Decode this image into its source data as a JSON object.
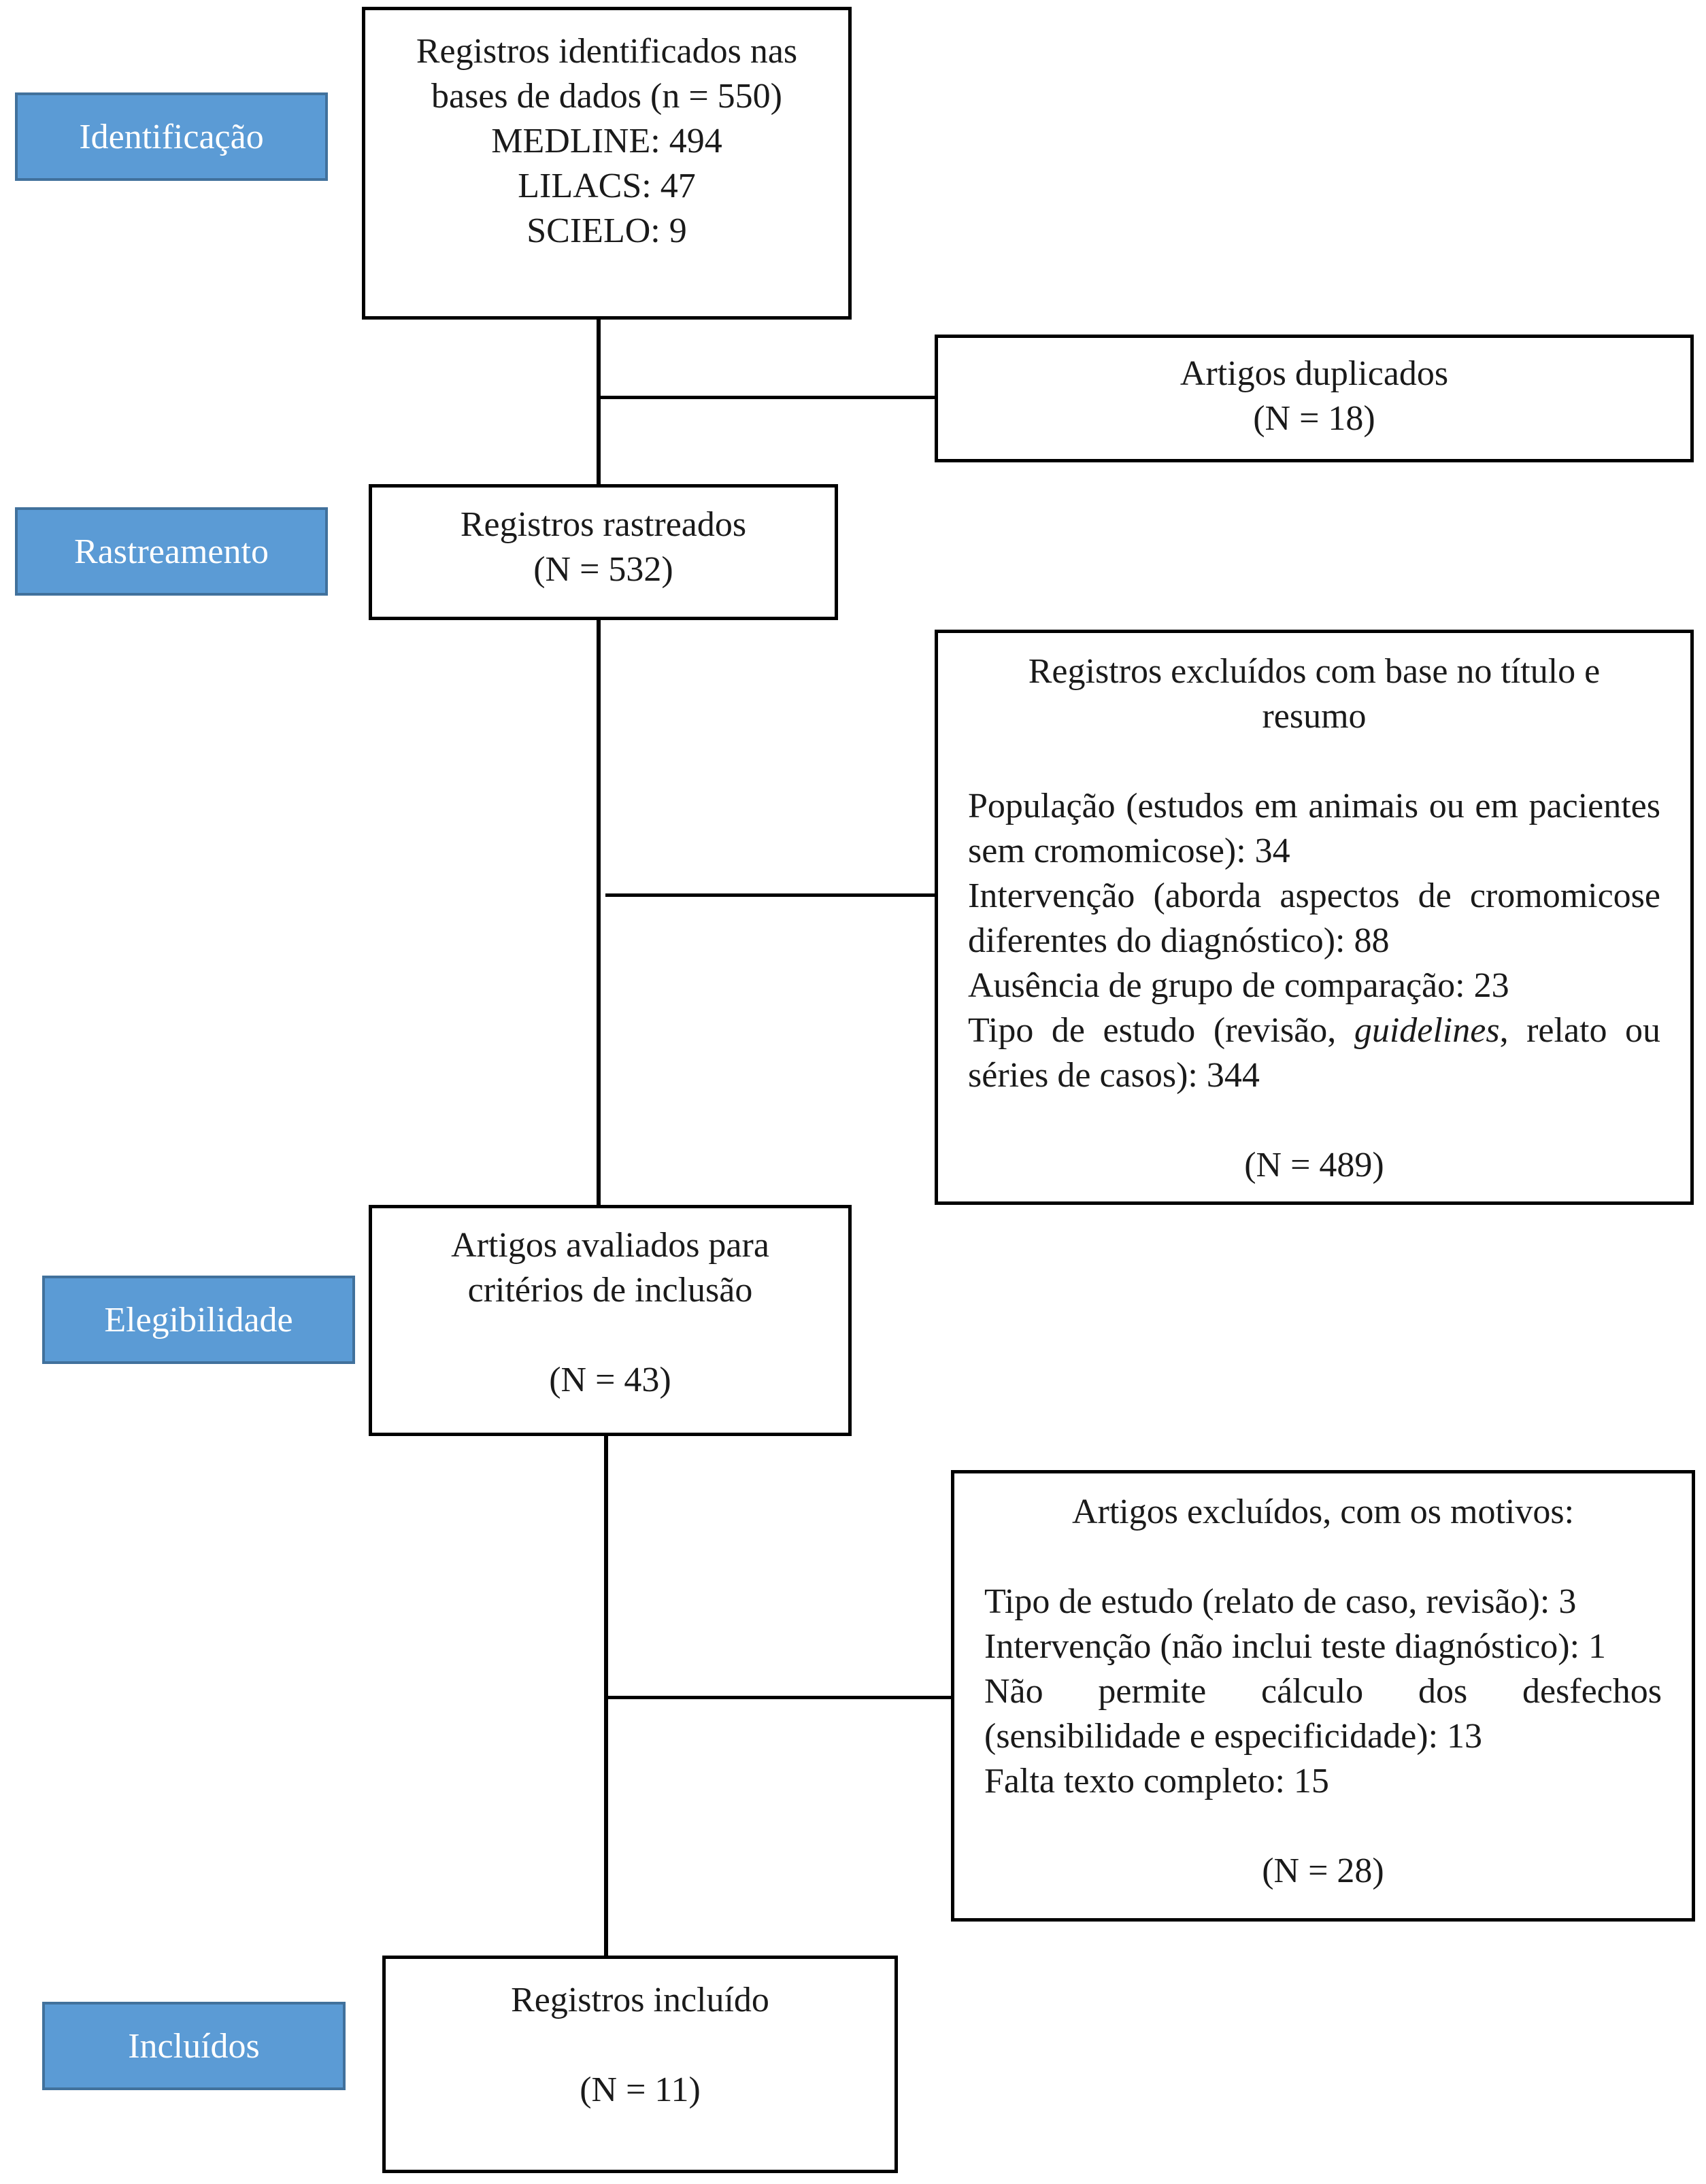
{
  "stages": {
    "identification": "Identificação",
    "screening": "Rastreamento",
    "eligibility": "Elegibilidade",
    "included": "Incluídos"
  },
  "identified": {
    "lines": [
      "Registros identificados nas",
      "bases de dados (n = 550)",
      "MEDLINE: 494",
      "LILACS: 47",
      "SCIELO: 9"
    ]
  },
  "duplicates": {
    "title": "Artigos duplicados",
    "count": "(N = 18)"
  },
  "screened": {
    "title": "Registros rastreados",
    "count": "(N = 532)"
  },
  "excluded_title_abstract": {
    "title": "Registros excluídos com base no título e resumo",
    "reasons": [
      "População (estudos em animais ou em pacientes sem cromomicose): 34",
      "Intervenção (aborda aspectos de cromomicose diferentes do diagnóstico): 88",
      "Ausência de grupo de comparação: 23"
    ],
    "type_reason": {
      "prefix": "Tipo de estudo (revisão, ",
      "italic": "guidelines",
      "suffix": ", relato ou séries de casos): 344"
    },
    "count": "(N = 489)"
  },
  "assessed": {
    "title": "Artigos avaliados para critérios de inclusão",
    "count": "(N = 43)"
  },
  "excluded_fulltext": {
    "title": "Artigos excluídos, com os motivos:",
    "reasons": [
      "Tipo de estudo (relato de caso, revisão): 3",
      "Intervenção (não inclui teste diagnóstico): 1",
      "Não permite cálculo dos desfechos (sensibilidade e especificidade): 13",
      "Falta texto completo: 15"
    ],
    "count": "(N = 28)"
  },
  "included": {
    "title": "Registros incluído",
    "count": "(N = 11)"
  }
}
